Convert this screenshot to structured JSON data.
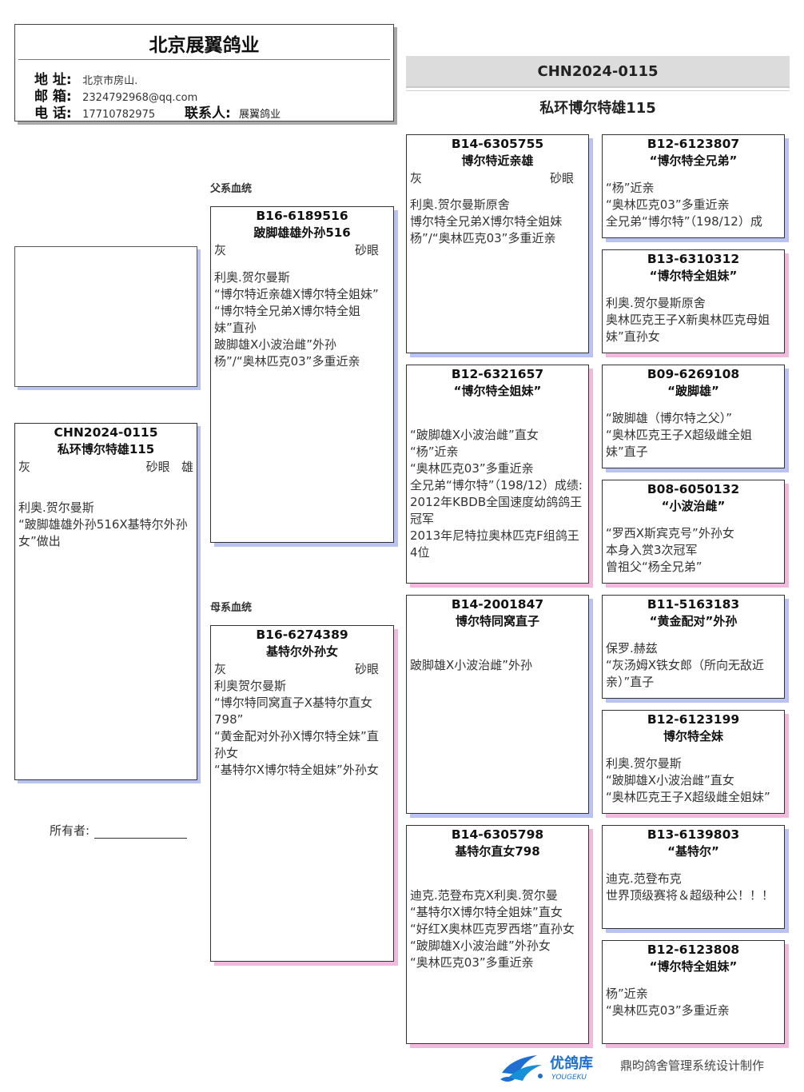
{
  "header": {
    "farm_name": "北京展翼鸽业",
    "address_label": "地 址:",
    "address": "北京市房山.",
    "email_label": "邮 箱:",
    "email": "2324792968@qq.com",
    "phone_label": "电 话:",
    "phone": "17710782975",
    "contact_label": "联系人:",
    "contact": "展翼鸽业"
  },
  "subject": {
    "ring": "CHN2024-0115",
    "name": "私环博尔特雄115",
    "color": "灰",
    "eye": "砂眼",
    "sex": "雄",
    "note": "利奥.贺尔曼斯\n“跛脚雄雄外孙516X基特尔外孙女”做出"
  },
  "labels": {
    "sire_line": "父系血统",
    "dam_line": "母系血统",
    "owner": "所有者:"
  },
  "sire": {
    "ring": "B16-6189516",
    "name": "跛脚雄雄外孙516",
    "color": "灰",
    "eye": "砂眼",
    "note": "利奥.贺尔曼斯\n“博尔特近亲雄X博尔特全姐妹”\n“博尔特全兄弟X博尔特全姐妹”直孙\n跛脚雄X小波治雌”外孙\n杨”/“奥林匹克03”多重近亲"
  },
  "dam": {
    "ring": "B16-6274389",
    "name": "基特尔外孙女",
    "color": "灰",
    "eye": "砂眼",
    "note": "利奥贺尔曼斯\n“博尔特同窝直子X基特尔直女798”\n“黄金配对外孙X博尔特全妹”直孙女\n“基特尔X博尔特全姐妹”外孙女"
  },
  "gen2": [
    {
      "ring": "B14-6305755",
      "name": "博尔特近亲雄",
      "color": "灰",
      "eye": "砂眼",
      "note": "利奥.贺尔曼斯原舍\n博尔特全兄弟X博尔特全姐妹\n杨”/“奥林匹克03”多重近亲"
    },
    {
      "ring": "B12-6321657",
      "name": "“博尔特全姐妹”",
      "note": "“跛脚雄X小波治雌”直女\n“杨”近亲\n“奥林匹克03”多重近亲\n全兄弟“博尔特”（198/12）成绩:\n2012年KBDB全国速度幼鸽鸽王冠军\n2013年尼特拉奥林匹克F组鸽王4位"
    },
    {
      "ring": "B14-2001847",
      "name": "博尔特同窝直子",
      "note": "跛脚雄X小波治雌”外孙"
    },
    {
      "ring": "B14-6305798",
      "name": "基特尔直女798",
      "note": "迪克.范登布克X利奥.贺尔曼\n“基特尔X博尔特全姐妹”直女\n“好红X奥林匹克罗西塔”直孙女\n“跛脚雄X小波治雌”外孙女\n“奥林匹克03”多重近亲"
    }
  ],
  "gen3": [
    {
      "ring": "B12-6123807",
      "name": "“博尔特全兄弟”",
      "note": "“杨”近亲\n“奥林匹克03”多重近亲\n全兄弟“博尔特”（198/12）成"
    },
    {
      "ring": "B13-6310312",
      "name": "“博尔特全姐妹”",
      "note": "利奥.贺尔曼斯原舍\n奥林匹克王子X新奥林匹克母姐妹”直孙女"
    },
    {
      "ring": "B09-6269108",
      "name": "“跛脚雄”",
      "note": "“跛脚雄（博尔特之父）”\n“奥林匹克王子X超级雌全姐妹”直子"
    },
    {
      "ring": "B08-6050132",
      "name": "“小波治雌”",
      "note": "“罗西X斯宾克号”外孙女\n本身入赏3次冠军\n曾祖父“杨全兄弟”"
    },
    {
      "ring": "B11-5163183",
      "name": "“黄金配对”外孙",
      "note": "保罗.赫兹\n“灰汤姆X铁女郎（所向无敌近亲）”直子"
    },
    {
      "ring": "B12-6123199",
      "name": "博尔特全妹",
      "note": "利奥.贺尔曼斯\n“跛脚雄X小波治雌”直女\n“奥林匹克王子X超级雌全姐妹”"
    },
    {
      "ring": "B13-6139803",
      "name": "“基特尔”",
      "note": "迪克.范登布克\n世界顶级赛将＆超级种公！！！"
    },
    {
      "ring": "B12-6123808",
      "name": "“博尔特全姐妹”",
      "note": "杨”近亲\n“奥林匹克03”多重近亲"
    }
  ],
  "footer": {
    "logo_cn": "优鸽库",
    "logo_en": "YOUGEKU",
    "credit": "鼎昀鸽舍管理系统设计制作"
  },
  "colors": {
    "sire_shadow": "#b9c3f2",
    "dam_shadow": "#f2b9de",
    "logo_blue": "#1e6fd0"
  }
}
